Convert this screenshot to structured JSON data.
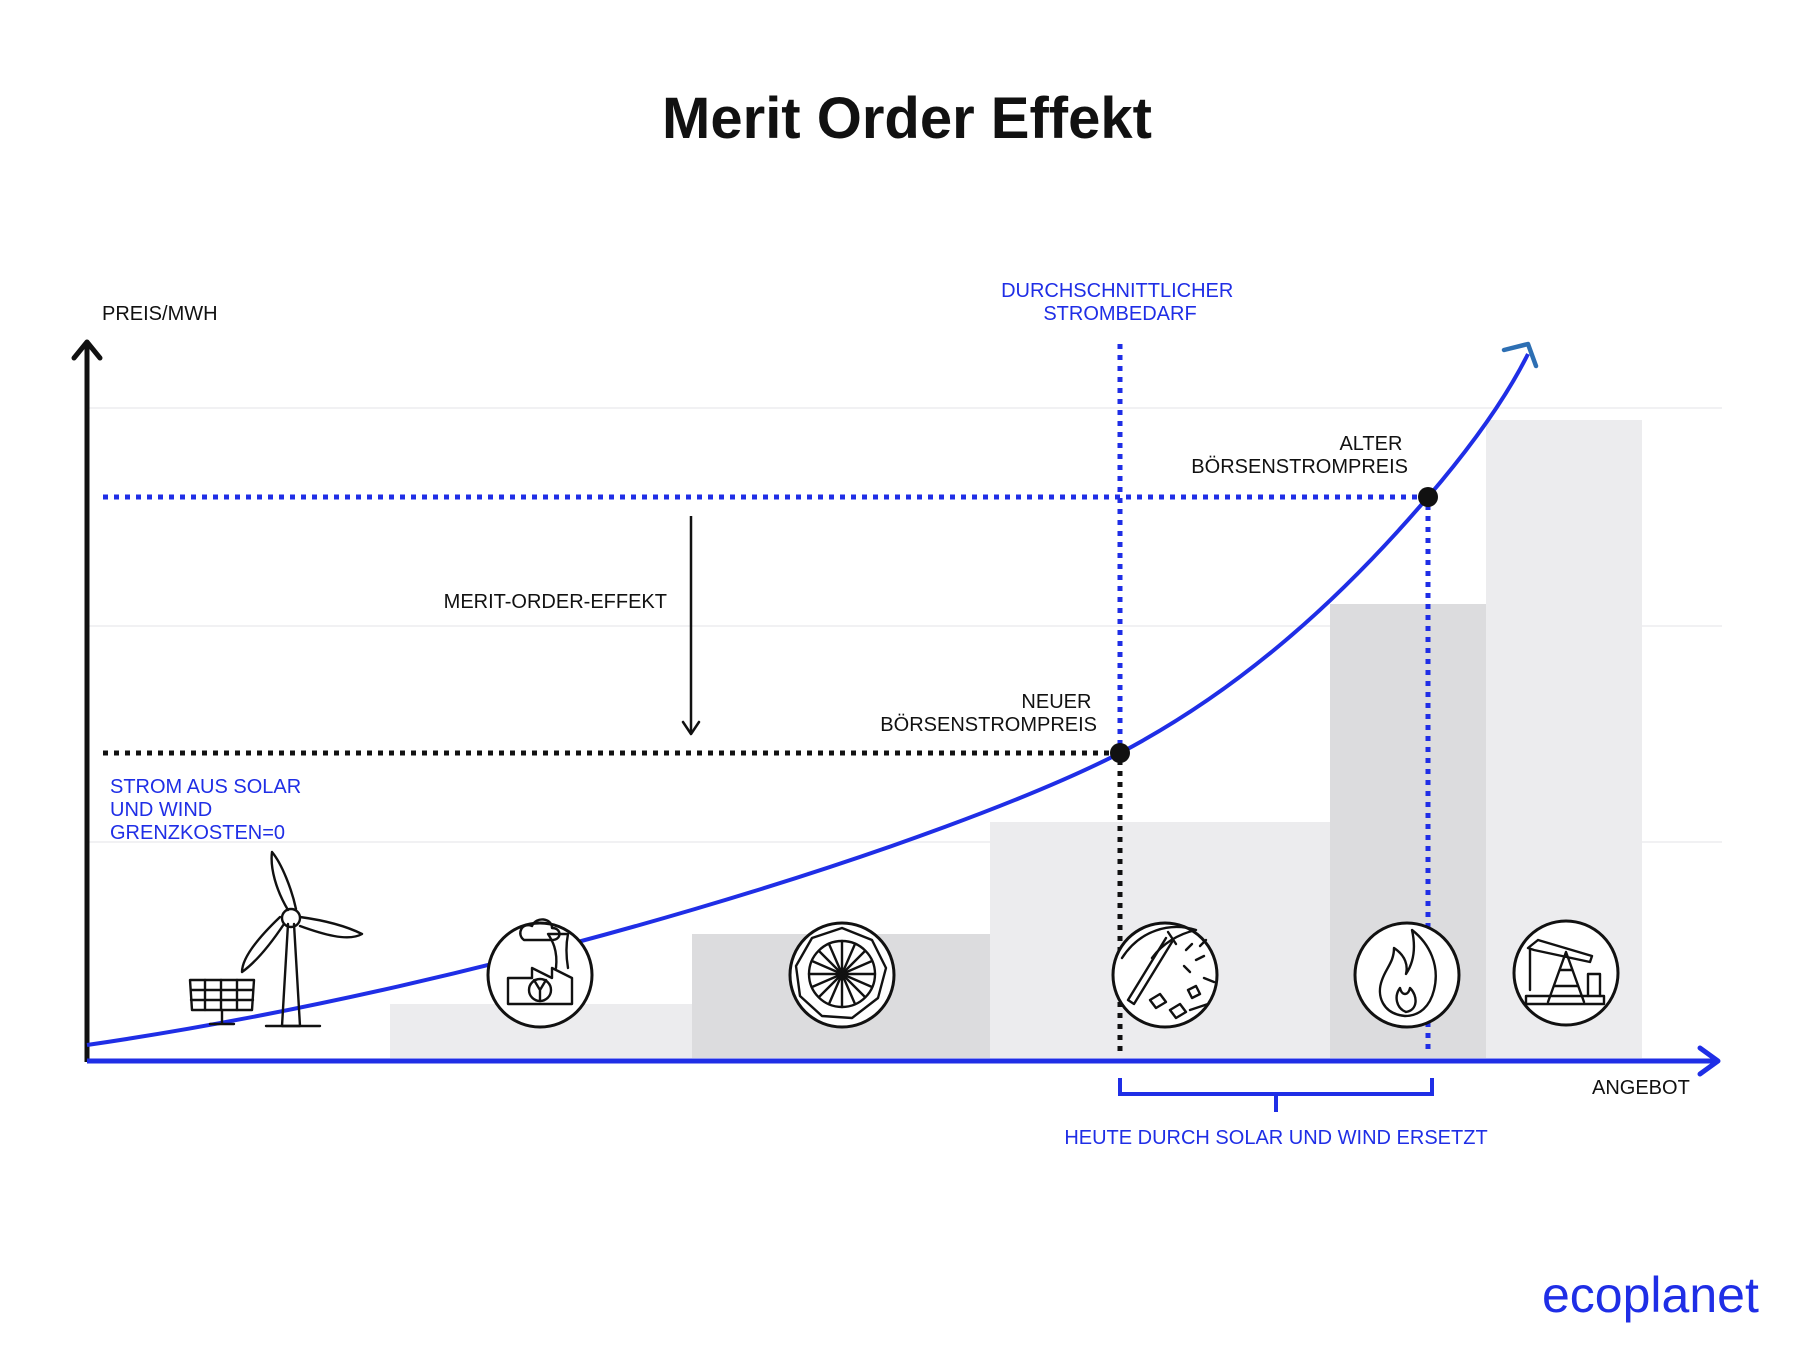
{
  "title": "Merit Order Effekt",
  "brand": "ecoplanet",
  "colors": {
    "accent_blue": "#1f2ee6",
    "bar_light": "#ececee",
    "bar_dark": "#dcdcde",
    "ink": "#111111"
  },
  "chart_data": {
    "type": "area",
    "axes": {
      "y_label": "PREIS/MWH",
      "x_label": "ANGEBOT"
    },
    "supply_steps": [
      {
        "source": "Solar und Wind",
        "icon": "wind-solar-icon",
        "shade": "none"
      },
      {
        "source": "Kernkraft",
        "icon": "nuclear-plant-icon",
        "shade": "light"
      },
      {
        "source": "Braunkohle",
        "icon": "lignite-wheel-icon",
        "shade": "dark"
      },
      {
        "source": "Steinkohle",
        "icon": "coal-pickaxe-icon",
        "shade": "light"
      },
      {
        "source": "Gas",
        "icon": "gas-flame-icon",
        "shade": "dark"
      },
      {
        "source": "Öl",
        "icon": "oil-pump-icon",
        "shade": "light"
      }
    ],
    "annotations": {
      "demand": [
        "DURCHSCHNITTLICHER",
        "STROMBEDARF"
      ],
      "old_price": [
        "ALTER",
        "BÖRSENSTROMPREIS"
      ],
      "new_price": [
        "NEUER",
        "BÖRSENSTROMPREIS"
      ],
      "effect": "MERIT-ORDER-EFFEKT",
      "renewables": [
        "STROM AUS SOLAR",
        "UND WIND",
        "GRENZKOSTEN=0"
      ],
      "replaced": "HEUTE DURCH SOLAR UND WIND ERSETZT"
    }
  }
}
